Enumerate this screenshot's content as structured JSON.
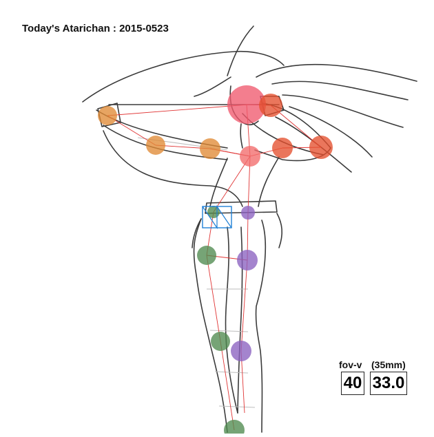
{
  "title": "Today's Atarichan : 2015-0523",
  "camera": {
    "fov_label": "fov-v",
    "lens_label": "(35mm)",
    "fov_value": "40",
    "lens_value": "33.0"
  },
  "colors": {
    "head": "#ef5a6e",
    "right_arm": "#e4502e",
    "left_arm": "#e08a36",
    "spine": "#f26b6b",
    "left_leg": "#4f8a4f",
    "right_leg": "#8a62c0",
    "bones": "#e03434",
    "pelvis_widget": "#1e7fd6"
  }
}
